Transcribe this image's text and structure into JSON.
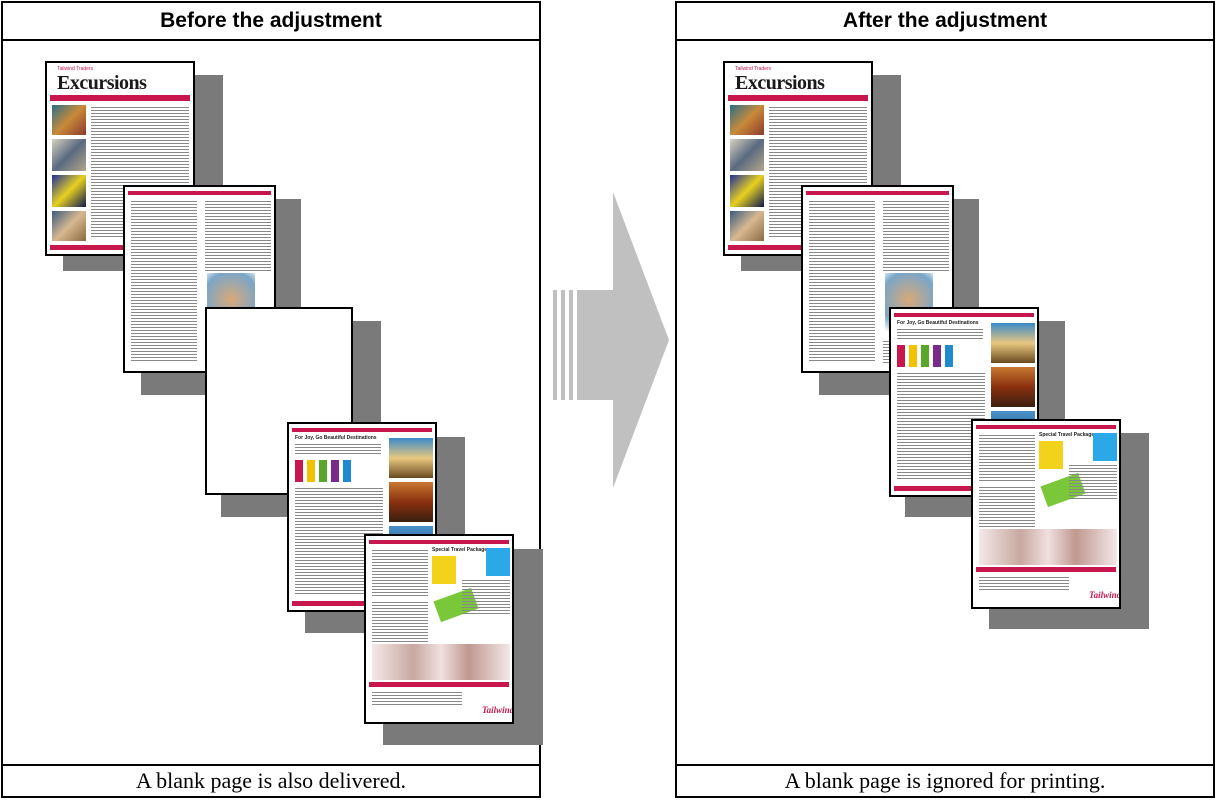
{
  "left_panel": {
    "title": "Before the adjustment",
    "caption": "A blank page is also delivered."
  },
  "right_panel": {
    "title": "After the adjustment",
    "caption": "A blank page is ignored for printing."
  },
  "thumbnails": {
    "cover_title": "Excursions",
    "cover_brand": "Tailwind Traders",
    "page3_heading": "For Joy, Go Beautiful Destinations",
    "page4_heading": "Special Travel Packages",
    "logo_text": "Tailwind"
  },
  "colors": {
    "accent": "#c8174d",
    "shadow": "#7a7a7a",
    "arrow": "#c0c0c0"
  }
}
